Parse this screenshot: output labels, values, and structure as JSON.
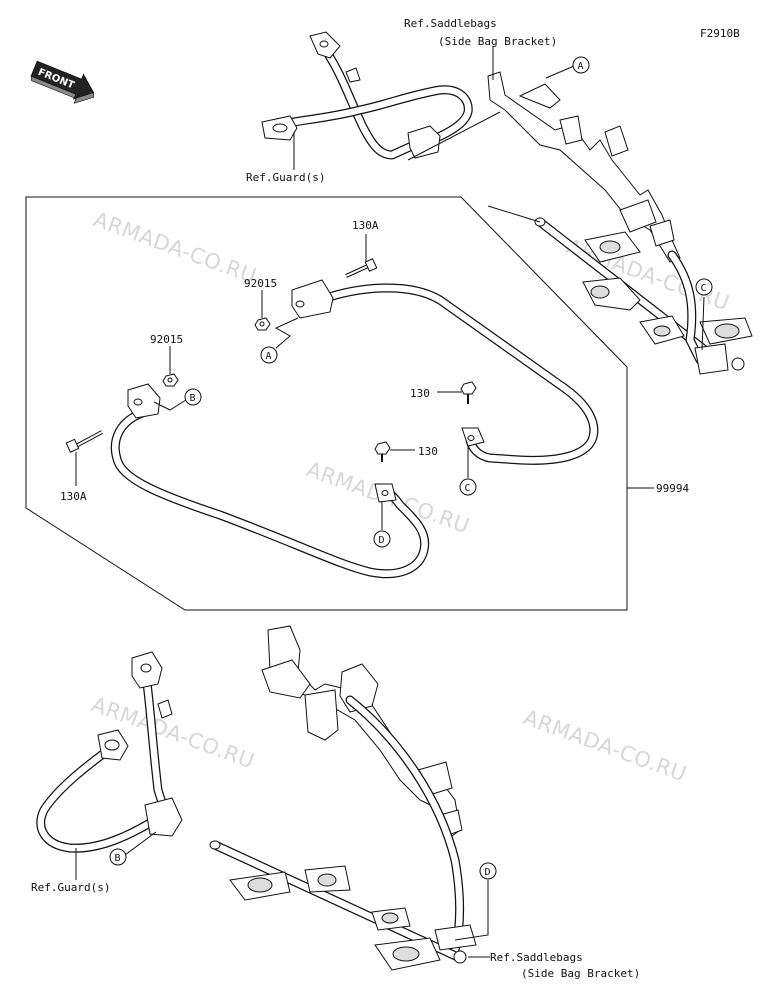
{
  "figure_code": "F2910B",
  "front_label": "FRONT",
  "watermark": "ARMADA-CO.RU",
  "top": {
    "saddlebags_line1": "Ref.Saddlebags",
    "saddlebags_line2": "(Side Bag Bracket)",
    "guards": "Ref.Guard(s)"
  },
  "kit": {
    "assembly_number": "99994",
    "bolt_130A_top": "130A",
    "bolt_130A_left": "130A",
    "nut_92015_top": "92015",
    "nut_92015_left": "92015",
    "bolt_130_right": "130",
    "bolt_130_mid": "130"
  },
  "bottom": {
    "guards": "Ref.Guard(s)",
    "saddlebags_line1": "Ref.Saddlebags",
    "saddlebags_line2": "(Side Bag Bracket)"
  },
  "callouts": {
    "a": "A",
    "b": "B",
    "c": "C",
    "d": "D"
  }
}
